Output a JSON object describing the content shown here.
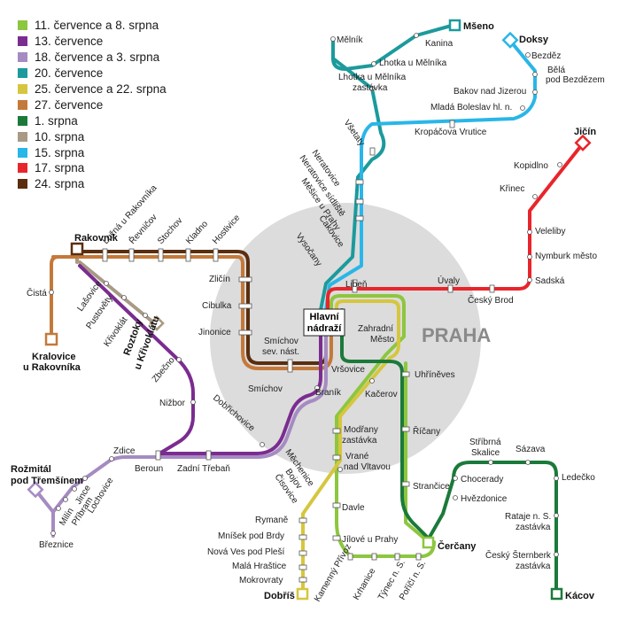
{
  "legend": [
    {
      "label": "11. července a 8. srpna",
      "color": "#8dc63f"
    },
    {
      "label": "13. července",
      "color": "#7b2c90"
    },
    {
      "label": "18. července a 3. srpna",
      "color": "#a58bc2"
    },
    {
      "label": "20. července",
      "color": "#1c9a9c"
    },
    {
      "label": "25. července a 22. srpna",
      "color": "#d6c63f"
    },
    {
      "label": "27. července",
      "color": "#c4793a"
    },
    {
      "label": "1. srpna",
      "color": "#1b7a3a"
    },
    {
      "label": "10. srpna",
      "color": "#a89a84"
    },
    {
      "label": "15. srpna",
      "color": "#29b6e8"
    },
    {
      "label": "17. srpna",
      "color": "#e8252b"
    },
    {
      "label": "24. srpna",
      "color": "#5a2e0f"
    }
  ],
  "city": "PRAHA",
  "hub": "Hlavní nádraží",
  "termini": {
    "rakovnik": "Rakovník",
    "kralovice": "Kralovice u Rakovníka",
    "roztoky": "Roztoky u Křivoklátu",
    "rozmital": "Rožmitál pod Třemšínem",
    "mseno": "Mšeno",
    "doksy": "Doksy",
    "jicin": "Jičín",
    "cercany": "Čerčany",
    "dobris": "Dobříš",
    "kacov": "Kácov"
  },
  "stations": {
    "lužna": "Lužná u Rakovníka",
    "revnicov": "Řevničov",
    "stochov": "Stochov",
    "kladno": "Kladno",
    "hostivice": "Hostivice",
    "zlicin": "Zličín",
    "cibulka": "Cibulka",
    "jinonice": "Jinonice",
    "smichov_sev": "Smíchov sev. nást.",
    "smichov": "Smíchov",
    "cista": "Čistá",
    "lasovice": "Lašovice",
    "pustovety": "Pustověty",
    "krivoklat": "Křivoklát",
    "zbecno": "Zbečno",
    "nizbor": "Nižbor",
    "dobrichovice": "Dobřichovice",
    "beroun": "Beroun",
    "zadni_treban": "Zadní Třebaň",
    "zdice": "Zdice",
    "lochovice": "Lochovice",
    "jince": "Jince",
    "pribram": "Příbram",
    "milin": "Milín",
    "breznice": "Březnice",
    "melnik": "Mělník",
    "kanina": "Kanina",
    "lhotka": "Lhotka u Mělníka",
    "lhotka_z": "Lhotka u Mělníka zastávka",
    "bezdez": "Bezděz",
    "bela": "Bělá pod Bezdězem",
    "bakov": "Bakov nad Jizerou",
    "mlada": "Mladá Boleslav hl. n.",
    "kropacova": "Kropáčova Vrutice",
    "vsetaty": "Všetaty",
    "neratovice": "Neratovice",
    "neratovice_s": "Neratovice sídliště",
    "mesice": "Měšice u Prahy",
    "cakovice": "Čakovice",
    "vysocany": "Vysočany",
    "liben": "Libeň",
    "kopidlno": "Kopidlno",
    "krinec": "Křinec",
    "veleliby": "Veleliby",
    "nymburk": "Nymburk město",
    "sadska": "Sadská",
    "uvaly": "Úvaly",
    "cesky_brod": "Český Brod",
    "zahradni_mesto": "Zahradní Město",
    "vrsovice": "Vršovice",
    "uhrineves": "Uhříněves",
    "branik": "Braník",
    "kacerov": "Kačerov",
    "modrany": "Modřany zastávka",
    "vrane": "Vrané nad Vltavou",
    "ricany": "Říčany",
    "strancice": "Strančice",
    "davle": "Davle",
    "jilove": "Jílové u Prahy",
    "kamenny": "Kamenný Přívoz",
    "krhanice": "Krhanice",
    "tynec": "Týnec n. S.",
    "porici": "Poříčí n. S.",
    "mechenice": "Měchenice",
    "bojov": "Bojov",
    "cisovice": "Čisovice",
    "rymane": "Rymaně",
    "mnisek": "Mníšek pod Brdy",
    "nova_ves": "Nová Ves pod Pleší",
    "mala_hrastice": "Malá Hraštice",
    "mokrovraty": "Mokrovraty",
    "stribrna": "Stříbrná Skalice",
    "sazava": "Sázava",
    "chocerady": "Chocerady",
    "hvezdonice": "Hvězdonice",
    "ledecko": "Ledečko",
    "rataje": "Rataje n. S. zastávka",
    "cesky_sternberk": "Český Šternberk zastávka"
  }
}
